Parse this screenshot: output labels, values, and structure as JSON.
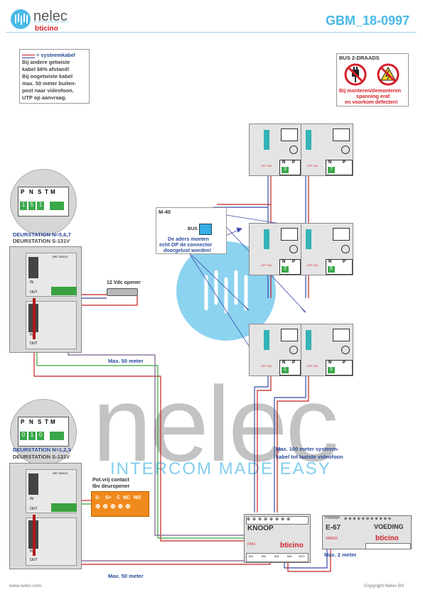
{
  "header": {
    "brand_name": "nelec",
    "brand_tagline": "INTERCOM MADE EASY",
    "brand_sub": "bticino",
    "doc_code": "GBM_18-0997"
  },
  "info_box": {
    "legend_label": "= systeemkabel",
    "lines": [
      "Bij andere getwiste",
      "kabel 66% afstand!",
      "Bij ongetwiste kabel",
      "max. 50 meter buiten-",
      "post naar videofoon.",
      "UTP op aanvraag."
    ]
  },
  "warning_box": {
    "title": "BUS 2-DRAADS",
    "lines": [
      "Bij monteren/demonteren",
      "spanning eraf",
      "en voorkom defecten!"
    ]
  },
  "door_station_top": {
    "dip_labels": [
      "P",
      "N",
      "S",
      "T",
      "M"
    ],
    "dip_values": [
      "1",
      "5",
      "1"
    ],
    "title_line1": "DEURSTATION N=5,6,7",
    "title_line2": "DEURSTATION S-131V"
  },
  "door_station_bottom": {
    "dip_labels": [
      "P",
      "N",
      "S",
      "T",
      "M"
    ],
    "dip_values": [
      "0",
      "1",
      "0"
    ],
    "title_line1": "DEURSTATION N=1,2,3",
    "title_line2": "DEURSTATION S-131V"
  },
  "module_labels": {
    "in": "IN",
    "out": "OUT",
    "part": "ART.351011"
  },
  "opener_label": "12 Vdc opener",
  "max50_top": "Max. 50 meter",
  "max50_bottom": "Max. 50 meter",
  "m40": {
    "title": "M-40",
    "bus_label": "BUS",
    "note_lines": [
      "De aders moeten",
      "echt OP de connector",
      "doorgelust worden!"
    ]
  },
  "videophones": [
    {
      "n": "3",
      "np": "N",
      "pp": "P"
    },
    {
      "n": "7",
      "np": "N",
      "pp": "P"
    },
    {
      "n": "2",
      "np": "N",
      "pp": "P"
    },
    {
      "n": "6",
      "np": "N",
      "pp": "P"
    },
    {
      "n": "1",
      "np": "N",
      "pp": "P"
    },
    {
      "n": "5",
      "np": "N",
      "pp": "P"
    }
  ],
  "videophone_offon": "OFF ON",
  "pot_contact": {
    "line1": "Pot.vrij contact",
    "line2": "tbv deuropener",
    "terminals": [
      "S-",
      "S+",
      "C",
      "NC",
      "NO"
    ]
  },
  "max100": {
    "line1": "Max. 100 meter systeem-",
    "line2": "kabel tot laatste videofoon"
  },
  "knoop": {
    "title": "KNOOP",
    "part": "F441",
    "brand": "bticino",
    "ports": [
      "IN1",
      "IN2",
      "IN3",
      "IN4",
      "OUT"
    ]
  },
  "voeding": {
    "model": "E-67",
    "title": "VOEDING",
    "part": "346050",
    "brand": "bticino",
    "primair": "PRIMAIR"
  },
  "max2": "Max. 2 meter",
  "watermark": {
    "word": "nelec",
    "tagline": "INTERCOM MADE EASY"
  },
  "footer": {
    "left": "www.nelec.com",
    "right": "Copyright Nelec BV"
  }
}
